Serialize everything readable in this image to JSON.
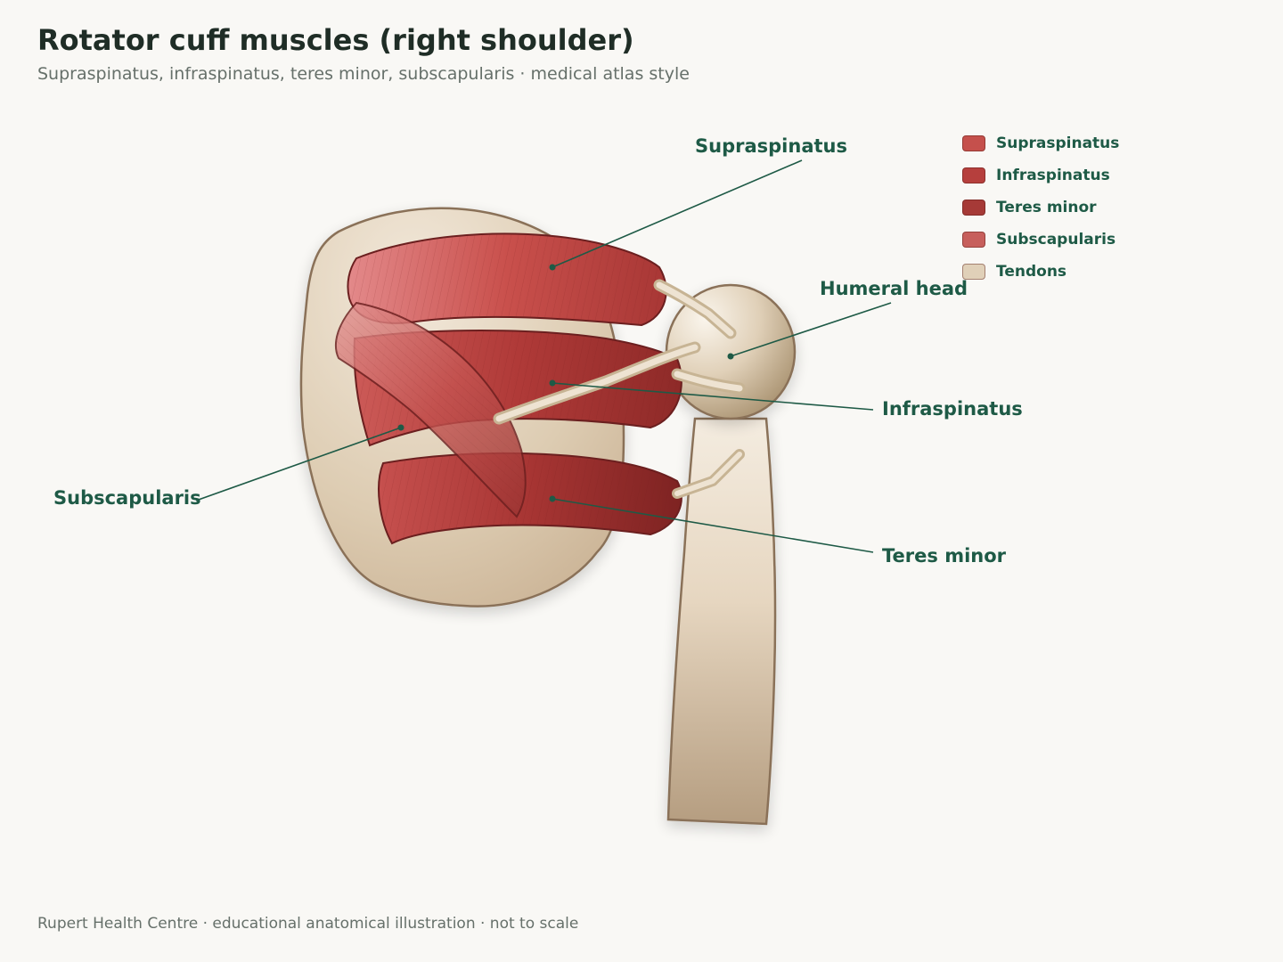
{
  "header": {
    "title": "Rotator cuff muscles (right shoulder)",
    "subtitle": "Supraspinatus, infraspinatus, teres minor, subscapularis · medical atlas style"
  },
  "callouts": {
    "supraspinatus": "Supraspinatus",
    "humeral_head": "Humeral head",
    "infraspinatus": "Infraspinatus",
    "subscapularis": "Subscapularis",
    "teres_minor": "Teres minor"
  },
  "legend": {
    "items": [
      {
        "label": "Supraspinatus",
        "color": "#c5504c"
      },
      {
        "label": "Infraspinatus",
        "color": "#b63f3d"
      },
      {
        "label": "Teres minor",
        "color": "#a63a37"
      },
      {
        "label": "Subscapularis",
        "color": "#c75f5c"
      },
      {
        "label": "Tendons",
        "color": "#e0d0b8"
      }
    ]
  },
  "colors": {
    "label_text": "#1e5a46",
    "leader_line": "#1e5a46",
    "bone_outline": "#8a7158",
    "muscle_outline": "#6b1f1f"
  },
  "footer": {
    "note": "Rupert Health Centre · educational anatomical illustration · not to scale"
  }
}
